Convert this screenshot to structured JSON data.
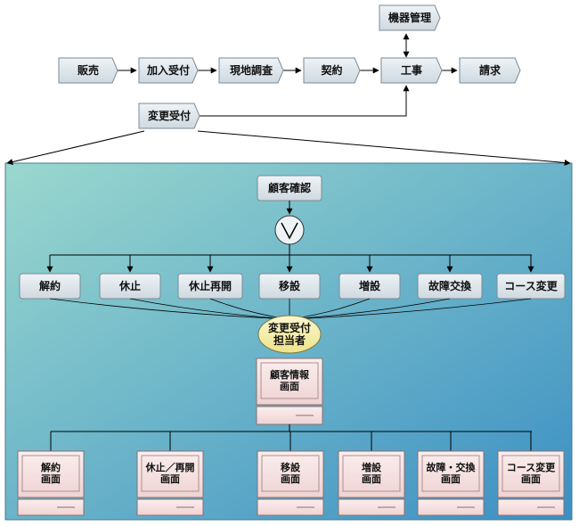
{
  "flow": {
    "sales": "販売",
    "join_reception": "加入受付",
    "site_survey": "現地調査",
    "contract": "契約",
    "construction": "工事",
    "billing": "請求",
    "equipment_mgmt": "機器管理",
    "change_reception": "変更受付"
  },
  "detail": {
    "customer_confirm": "顧客確認",
    "branches": [
      "解約",
      "休止",
      "休止再開",
      "移設",
      "増設",
      "故障交換",
      "コース変更"
    ],
    "staff_line1": "変更受付",
    "staff_line2": "担当者",
    "customer_screen_line1": "顧客情報",
    "customer_screen_line2": "画面",
    "screens": [
      {
        "line1": "解約",
        "line2": "画面"
      },
      {
        "line1": "休止／再開",
        "line2": "画面"
      },
      {
        "line1": "移設",
        "line2": "画面"
      },
      {
        "line1": "増設",
        "line2": "画面"
      },
      {
        "line1": "故障・交換",
        "line2": "画面"
      },
      {
        "line1": "コース変更",
        "line2": "画面"
      }
    ]
  },
  "colors": {
    "box_fill": "#dde6ec",
    "panel_start": "#9ad8ce",
    "panel_end": "#3b8fc4",
    "staff_fill": "#f7f0b0",
    "monitor_fill": "#f5dede"
  }
}
